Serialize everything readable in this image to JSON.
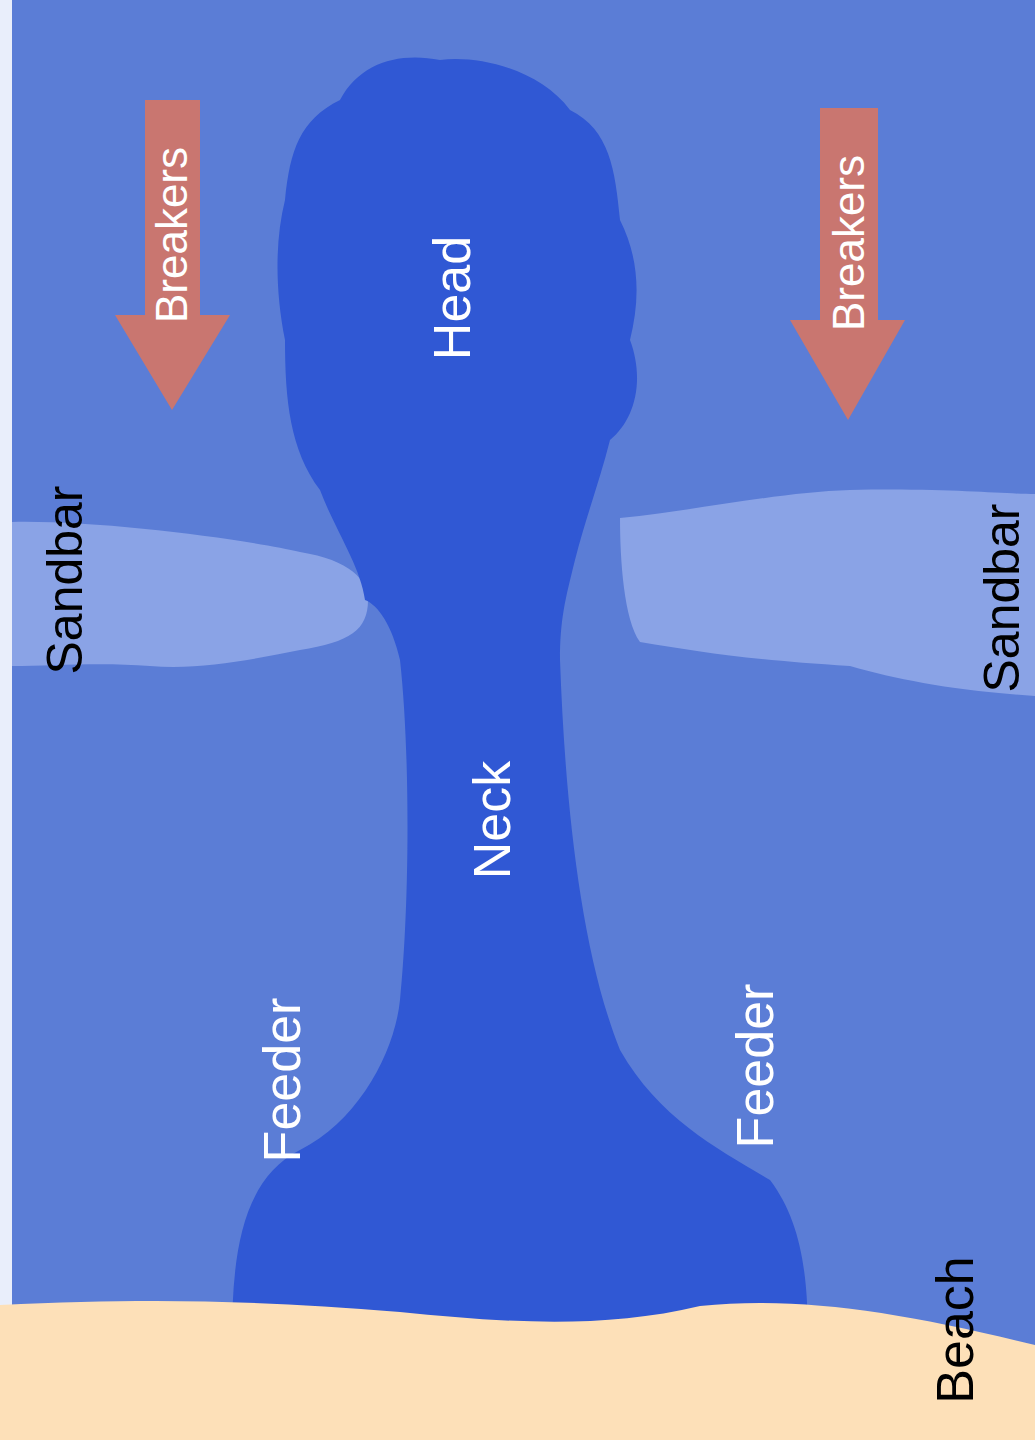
{
  "diagram": {
    "nodes": [
      {
        "text": [
          "Breakers"
        ]
      },
      {
        "text": [
          "Head",
          "Neck"
        ]
      },
      {
        "text": [
          "Breakers"
        ]
      }
    ],
    "labels": [
      "Sandbar",
      "Sandbar",
      "Feeder",
      "Feeder",
      "Beach"
    ]
  }
}
